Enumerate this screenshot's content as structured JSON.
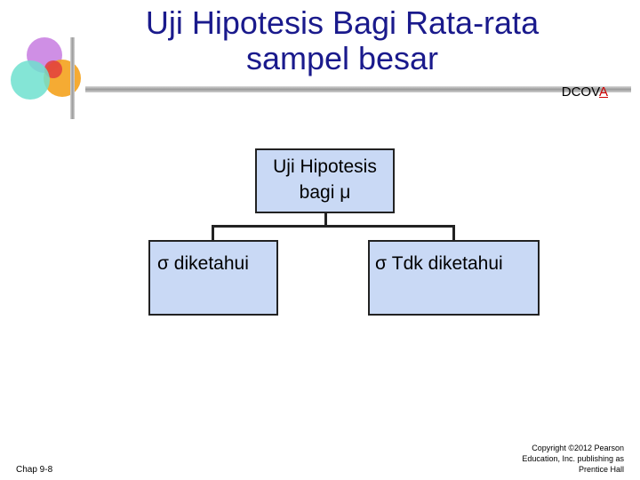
{
  "slide": {
    "title_line1": "Uji Hipotesis Bagi Rata-rata",
    "title_line2": "sampel besar",
    "tag_prefix": "DCOV",
    "tag_highlight": "A"
  },
  "diagram": {
    "root_line1": "Uji Hipotesis",
    "root_line2": "bagi μ",
    "child_left": "σ diketahui",
    "child_right": "σ Tdk diketahui"
  },
  "footer": {
    "chapter": "Chap 9-8",
    "copyright_line1": "Copyright ©2012 Pearson",
    "copyright_line2": "Education, Inc. publishing as",
    "copyright_line3": "Prentice Hall"
  },
  "colors": {
    "title": "#1a1a8c",
    "box_fill": "#c9d9f5",
    "highlight": "#cc0000"
  }
}
